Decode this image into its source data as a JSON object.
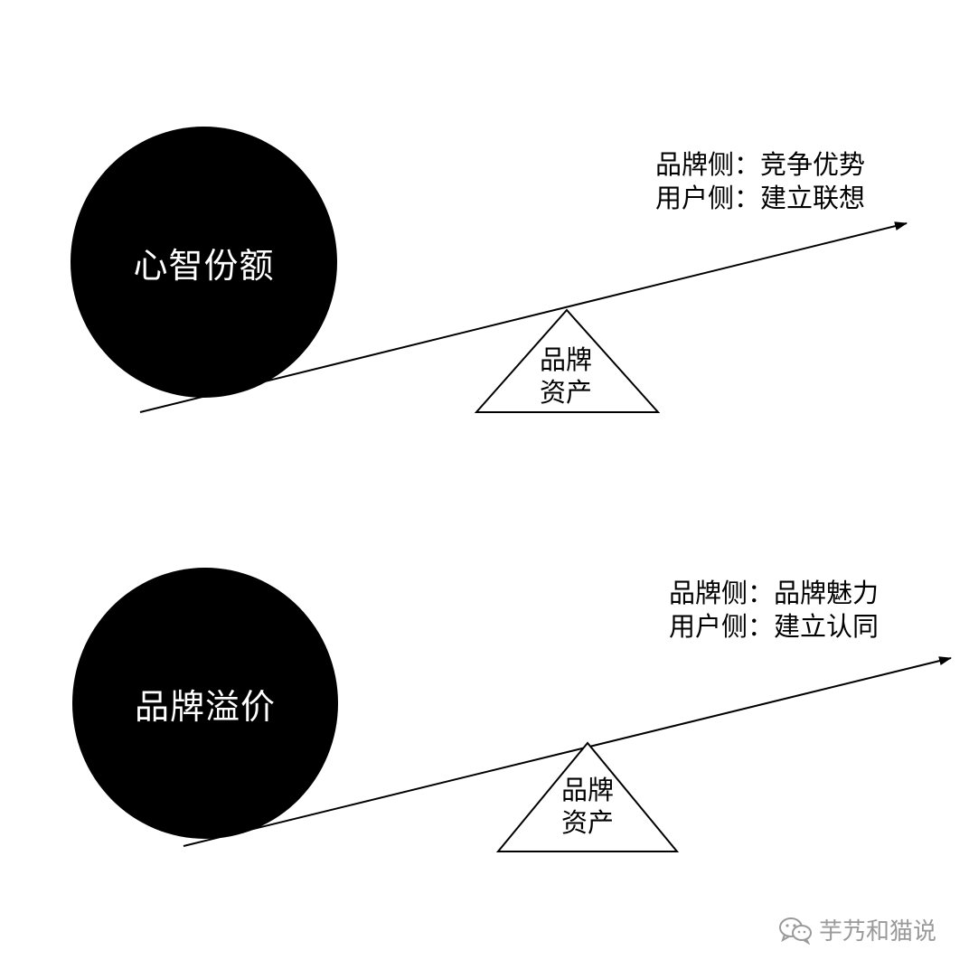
{
  "colors": {
    "background": "#ffffff",
    "ink": "#000000",
    "ball_text": "#ffffff",
    "watermark": "#9a9a9a"
  },
  "top_lever": {
    "ball_label": "心智份额",
    "fulcrum_label_line1": "品牌",
    "fulcrum_label_line2": "资产",
    "note_line1": "品牌侧：竞争优势",
    "note_line2": "用户侧：建立联想"
  },
  "bottom_lever": {
    "ball_label": "品牌溢价",
    "fulcrum_label_line1": "品牌",
    "fulcrum_label_line2": "资产",
    "note_line1": "品牌侧：品牌魅力",
    "note_line2": "用户侧：建立认同"
  },
  "watermark": {
    "icon": "wechat-icon",
    "text": "芋艿和猫说"
  }
}
